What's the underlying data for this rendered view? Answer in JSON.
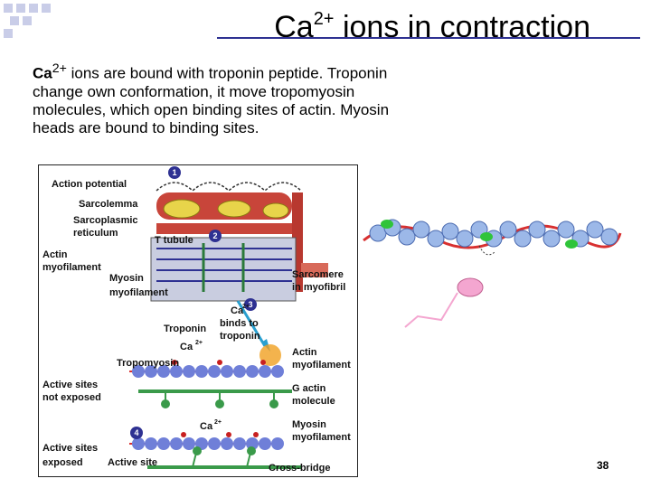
{
  "slide": {
    "title": "Ca",
    "title_sup": "2+",
    "title_rest": " ions in contraction",
    "body_lead": "Ca",
    "body_sup": "2+",
    "body_text": " ions are bound with troponin peptide. Troponin change own conformation, it move tropomyosin molecules, which open binding sites of actin. Myosin heads are bound to binding sites.",
    "page_number": "38"
  },
  "figure": {
    "labels": {
      "action_potential": "Action potential",
      "sarcolemma": "Sarcolemma",
      "sarcoplasmic": "Sarcoplasmic",
      "reticulum": "reticulum",
      "t_tubule": "T tubule",
      "actin_1": "Actin",
      "actin_2": "myofilament",
      "myosin_1": "Myosin",
      "myosin_2": "myofilament",
      "sarcomere_1": "Sarcomere",
      "sarcomere_2": "in myofibril",
      "troponin": "Troponin",
      "ca_binds_1": "Ca",
      "ca_binds_2": "binds to",
      "ca_binds_3": "troponin",
      "ca_label": "Ca",
      "tropomyosin": "Tropomyosin",
      "actin_r_1": "Actin",
      "actin_r_2": "myofilament",
      "g_actin_1": "G actin",
      "g_actin_2": "molecule",
      "myosin_r_1": "Myosin",
      "myosin_r_2": "myofilament",
      "active_not_1": "Active sites",
      "active_not_2": "not exposed",
      "active_exp_1": "Active sites",
      "active_exp_2": "exposed",
      "active_site": "Active site",
      "cross_bridge": "Cross-bridge",
      "sup_2plus": "2+",
      "step1": "1",
      "step2": "2",
      "step3": "3",
      "step4": "4"
    }
  },
  "colors": {
    "accent": "#2e3192",
    "muscle_red": "#c8453a",
    "sr_yellow": "#e8d44a",
    "actin_blue": "#6f7fd8",
    "myosin_green": "#3a9a4a",
    "troponin_green": "#2fc43a",
    "tropomyosin_red": "#d83030"
  }
}
